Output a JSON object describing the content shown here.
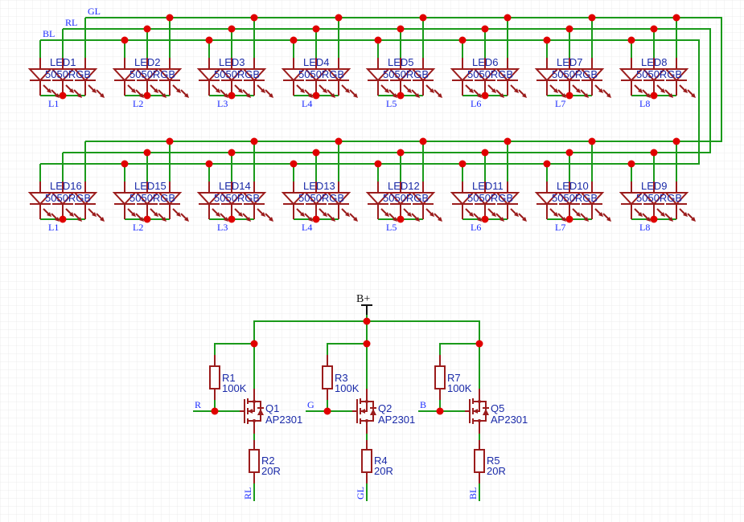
{
  "schematic": {
    "title": "16x RGB LED 5050 driver schematic",
    "colors": {
      "wire": "#1a9a1a",
      "component": "#9b1c1c",
      "junction": "#e00000",
      "designator_text": "#1a2aa8",
      "net_label_text": "#1a2aff",
      "grid": "#ececec"
    },
    "bus_labels": [
      "BL",
      "RL",
      "GL"
    ],
    "led_value": "5050RGB",
    "led_rows": [
      {
        "leds": [
          {
            "ref": "LED1",
            "value": "5050RGB",
            "net": "L1"
          },
          {
            "ref": "LED2",
            "value": "5050RGB",
            "net": "L2"
          },
          {
            "ref": "LED3",
            "value": "5050RGB",
            "net": "L3"
          },
          {
            "ref": "LED4",
            "value": "5050RGB",
            "net": "L4"
          },
          {
            "ref": "LED5",
            "value": "5050RGB",
            "net": "L5"
          },
          {
            "ref": "LED6",
            "value": "5050RGB",
            "net": "L6"
          },
          {
            "ref": "LED7",
            "value": "5050RGB",
            "net": "L7"
          },
          {
            "ref": "LED8",
            "value": "5050RGB",
            "net": "L8"
          }
        ]
      },
      {
        "leds": [
          {
            "ref": "LED16",
            "value": "5050RGB",
            "net": "L1"
          },
          {
            "ref": "LED15",
            "value": "5050RGB",
            "net": "L2"
          },
          {
            "ref": "LED14",
            "value": "5050RGB",
            "net": "L3"
          },
          {
            "ref": "LED13",
            "value": "5050RGB",
            "net": "L4"
          },
          {
            "ref": "LED12",
            "value": "5050RGB",
            "net": "L5"
          },
          {
            "ref": "LED11",
            "value": "5050RGB",
            "net": "L6"
          },
          {
            "ref": "LED10",
            "value": "5050RGB",
            "net": "L7"
          },
          {
            "ref": "LED9",
            "value": "5050RGB",
            "net": "L8"
          }
        ]
      }
    ],
    "power": {
      "label": "B+"
    },
    "drivers": [
      {
        "input_net": "R",
        "pullup": {
          "ref": "R1",
          "value": "100K"
        },
        "mosfet": {
          "ref": "Q1",
          "value": "AP2301"
        },
        "series": {
          "ref": "R2",
          "value": "20R"
        },
        "output_net": "RL"
      },
      {
        "input_net": "G",
        "pullup": {
          "ref": "R3",
          "value": "100K"
        },
        "mosfet": {
          "ref": "Q2",
          "value": "AP2301"
        },
        "series": {
          "ref": "R4",
          "value": "20R"
        },
        "output_net": "GL"
      },
      {
        "input_net": "B",
        "pullup": {
          "ref": "R7",
          "value": "100K"
        },
        "mosfet": {
          "ref": "Q5",
          "value": "AP2301"
        },
        "series": {
          "ref": "R5",
          "value": "20R"
        },
        "output_net": "BL"
      }
    ]
  }
}
